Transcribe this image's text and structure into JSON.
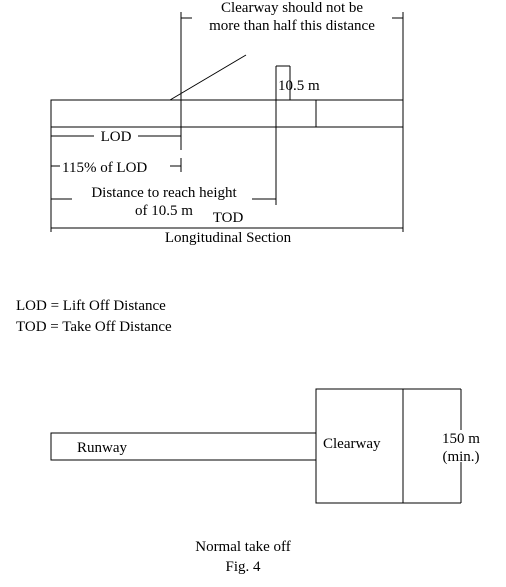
{
  "section": {
    "clearway_note_line1": "Clearway should not be",
    "clearway_note_line2": "more than half this distance",
    "height_label": "10.5 m",
    "lod_label": "LOD",
    "lod115_label": "115% of LOD",
    "reach_line1": "Distance to reach height",
    "reach_line2": "of 10.5 m",
    "tod_label": "TOD",
    "section_caption": "Longitudinal Section"
  },
  "legend": {
    "line1": "LOD = Lift Off Distance",
    "line2": "TOD = Take Off Distance"
  },
  "plan": {
    "runway_label": "Runway",
    "clearway_label": "Clearway",
    "width_line1": "150 m",
    "width_line2": "(min.)"
  },
  "caption": {
    "line1": "Normal take off",
    "line2": "Fig. 4"
  }
}
